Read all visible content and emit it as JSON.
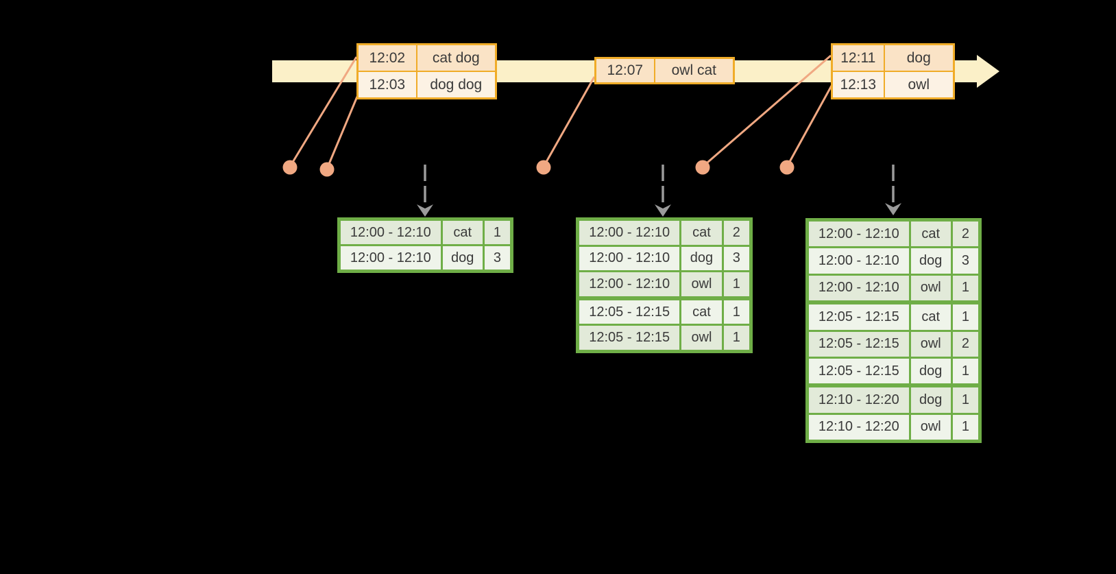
{
  "palette": {
    "background": "#000000",
    "timeline_fill": "#FBF0C8",
    "event_table_border": "#F0AC28",
    "event_row_dark": "#FAE3C6",
    "event_row_light": "#FCF2E4",
    "marker_salmon": "#F0A882",
    "dashed_arrow_gray": "#9B9B9B",
    "result_table_border": "#6FAE47",
    "result_row_dark": "#E2EAD9",
    "result_row_light": "#EFF4EA",
    "text": "#3A3A3A"
  },
  "timeline": {
    "event_tables": [
      {
        "rows": [
          {
            "time": "12:02",
            "words": "cat dog"
          },
          {
            "time": "12:03",
            "words": "dog dog"
          }
        ]
      },
      {
        "rows": [
          {
            "time": "12:07",
            "words": "owl cat"
          }
        ]
      },
      {
        "rows": [
          {
            "time": "12:11",
            "words": "dog"
          },
          {
            "time": "12:13",
            "words": "owl"
          }
        ]
      }
    ]
  },
  "result_tables": [
    {
      "rows": [
        {
          "window": "12:00 - 12:10",
          "word": "cat",
          "count": "1"
        },
        {
          "window": "12:00 - 12:10",
          "word": "dog",
          "count": "3"
        }
      ]
    },
    {
      "rows": [
        {
          "window": "12:00 - 12:10",
          "word": "cat",
          "count": "2"
        },
        {
          "window": "12:00 - 12:10",
          "word": "dog",
          "count": "3"
        },
        {
          "window": "12:00 - 12:10",
          "word": "owl",
          "count": "1"
        },
        {
          "window": "12:05 - 12:15",
          "word": "cat",
          "count": "1"
        },
        {
          "window": "12:05 - 12:15",
          "word": "owl",
          "count": "1"
        }
      ]
    },
    {
      "rows": [
        {
          "window": "12:00 - 12:10",
          "word": "cat",
          "count": "2"
        },
        {
          "window": "12:00 - 12:10",
          "word": "dog",
          "count": "3"
        },
        {
          "window": "12:00 - 12:10",
          "word": "owl",
          "count": "1"
        },
        {
          "window": "12:05 - 12:15",
          "word": "cat",
          "count": "1"
        },
        {
          "window": "12:05 - 12:15",
          "word": "owl",
          "count": "2"
        },
        {
          "window": "12:05 - 12:15",
          "word": "dog",
          "count": "1"
        },
        {
          "window": "12:10 - 12:20",
          "word": "dog",
          "count": "1"
        },
        {
          "window": "12:10 - 12:20",
          "word": "owl",
          "count": "1"
        }
      ]
    }
  ]
}
